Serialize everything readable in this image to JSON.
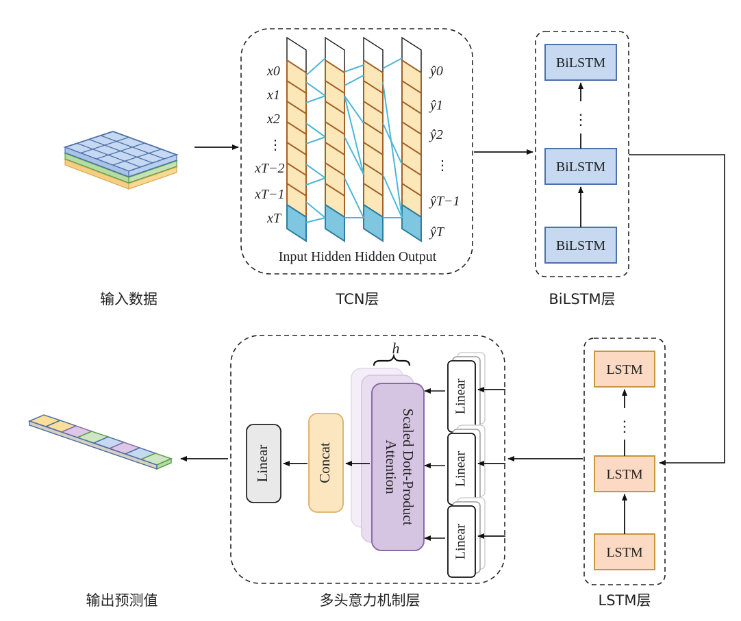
{
  "captions": {
    "input_data": "输入数据",
    "tcn_layer": "TCN层",
    "bilstm_layer": "BiLSTM层",
    "output_pred": "输出预测值",
    "mha_layer": "多头意力机制层",
    "lstm_layer": "LSTM层"
  },
  "tcn": {
    "column_labels": "Input Hidden Hidden Output",
    "inputs": [
      "x0",
      "x1",
      "x2",
      "⋮",
      "xT−2",
      "xT−1",
      "xT"
    ],
    "outputs": [
      "ŷ0",
      "ŷ1",
      "ŷ2",
      "⋮",
      "ŷT−1",
      "ŷT"
    ]
  },
  "bilstm": {
    "blocks": [
      "BiLSTM",
      "BiLSTM",
      "BiLSTM"
    ],
    "ellipsis": "⋮"
  },
  "lstm": {
    "blocks": [
      "LSTM",
      "LSTM",
      "LSTM"
    ],
    "ellipsis": "⋮"
  },
  "attention": {
    "head_symbol": "h",
    "scaled_line1": "Scaled Dott-Product",
    "scaled_line2": "Attention",
    "concat": "Concat",
    "linear": "Linear",
    "linear_inputs": [
      "Linear",
      "Linear",
      "Linear"
    ]
  },
  "colors": {
    "blue_fill": "#c6d9f0",
    "blue_stroke": "#4f6fa8",
    "orange_fill": "#fbd9c2",
    "orange_stroke": "#c8963c",
    "tcn_cell": "#fbe7b8",
    "tcn_edge": "#a0602a",
    "tcn_bottom": "#7fc6e0",
    "tcn_link": "#4cb6d6",
    "purple": "#d6c4e3",
    "concat": "#fbe6c0",
    "linear_gray": "#e9e9e9",
    "green": "#cfe6c4",
    "yellow": "#fbdf9a"
  }
}
